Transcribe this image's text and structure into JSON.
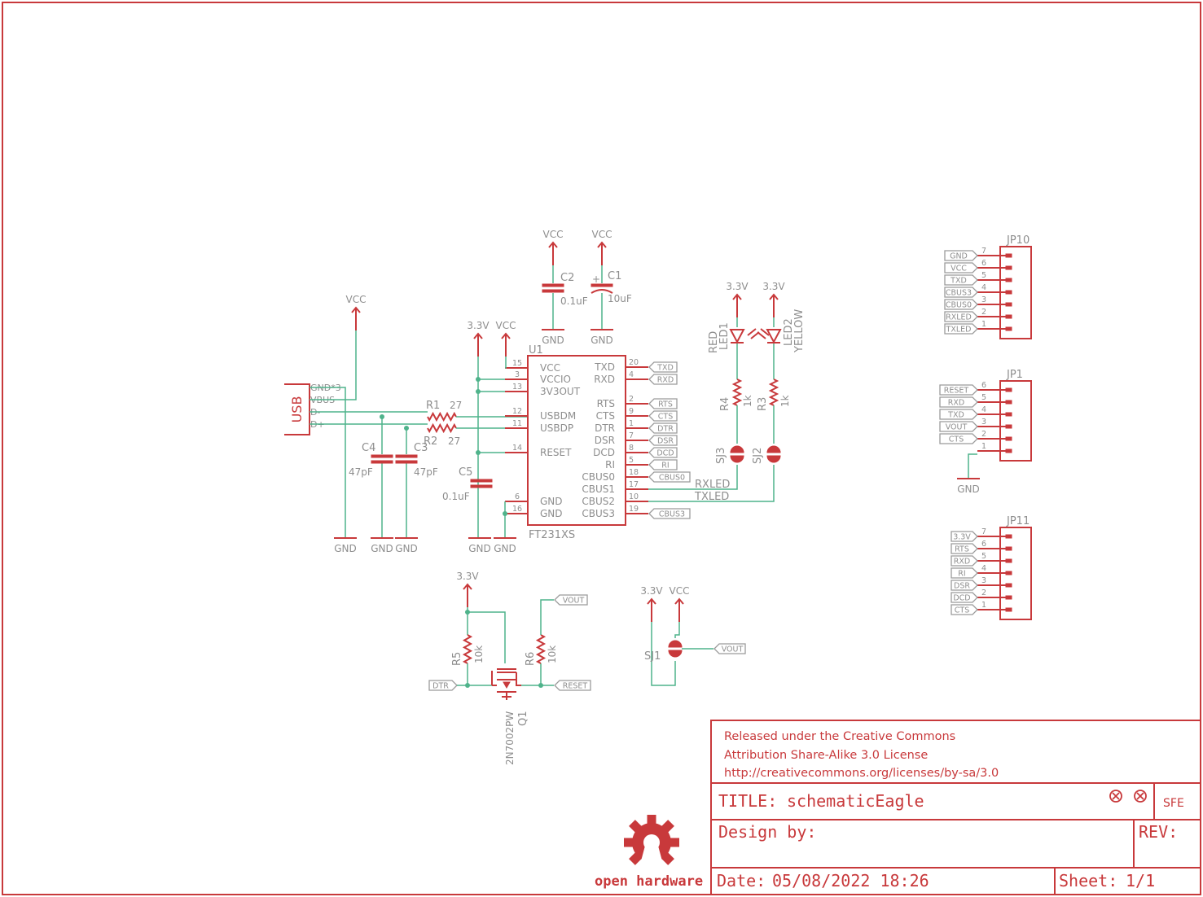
{
  "colors": {
    "part": "#c8393b",
    "wire": "#4fb38b",
    "text": "#8e8e8e"
  },
  "usb": {
    "name": "USB",
    "pins": [
      "GND*3",
      "VBUS",
      "D-",
      "D+"
    ]
  },
  "u1": {
    "ref": "U1",
    "value": "FT231XS",
    "left": [
      {
        "num": "15",
        "name": "VCC"
      },
      {
        "num": "3",
        "name": "VCCIO"
      },
      {
        "num": "13",
        "name": "3V3OUT"
      },
      {
        "num": "12",
        "name": "USBDM"
      },
      {
        "num": "11",
        "name": "USBDP"
      },
      {
        "num": "14",
        "name": "RESET"
      },
      {
        "num": "6",
        "name": "GND"
      },
      {
        "num": "16",
        "name": "GND"
      }
    ],
    "right": [
      {
        "num": "20",
        "name": "TXD",
        "tag": "TXD"
      },
      {
        "num": "4",
        "name": "RXD",
        "tag": "RXD"
      },
      {
        "num": "2",
        "name": "RTS",
        "tag": "RTS"
      },
      {
        "num": "9",
        "name": "CTS",
        "tag": "CTS"
      },
      {
        "num": "1",
        "name": "DTR",
        "tag": "DTR"
      },
      {
        "num": "7",
        "name": "DSR",
        "tag": "DSR"
      },
      {
        "num": "8",
        "name": "DCD",
        "tag": "DCD"
      },
      {
        "num": "5",
        "name": "RI",
        "tag": "RI"
      },
      {
        "num": "18",
        "name": "CBUS0",
        "tag": "CBUS0"
      },
      {
        "num": "17",
        "name": "CBUS1",
        "tag": ""
      },
      {
        "num": "10",
        "name": "CBUS2",
        "tag": ""
      },
      {
        "num": "19",
        "name": "CBUS3",
        "tag": "CBUS3"
      }
    ]
  },
  "nets": {
    "vcc": "VCC",
    "v33": "3.3V",
    "gnd": "GND",
    "rxled": "RXLED",
    "txled": "TXLED",
    "vout": "VOUT",
    "dtr": "DTR",
    "reset": "RESET"
  },
  "parts": {
    "r1": {
      "ref": "R1",
      "val": "27"
    },
    "r2": {
      "ref": "R2",
      "val": "27"
    },
    "c1": {
      "ref": "C1",
      "val": "10uF"
    },
    "c2": {
      "ref": "C2",
      "val": "0.1uF"
    },
    "c3": {
      "ref": "C3",
      "val": "47pF"
    },
    "c4": {
      "ref": "C4",
      "val": "47pF"
    },
    "c5": {
      "ref": "C5",
      "val": "0.1uF"
    },
    "led1": {
      "ref": "LED1",
      "val": "RED"
    },
    "led2": {
      "ref": "LED2",
      "val": "YELLOW"
    },
    "r3": {
      "ref": "R3",
      "val": "1k"
    },
    "r4": {
      "ref": "R4",
      "val": "1k"
    },
    "r5": {
      "ref": "R5",
      "val": "10k"
    },
    "r6": {
      "ref": "R6",
      "val": "10k"
    },
    "sj1": {
      "ref": "SJ1"
    },
    "sj2": {
      "ref": "SJ2"
    },
    "sj3": {
      "ref": "SJ3"
    },
    "q1": {
      "ref": "Q1",
      "val": "2N7002PW"
    }
  },
  "jp10": {
    "ref": "JP10",
    "pins": [
      {
        "num": "7",
        "tag": "GND"
      },
      {
        "num": "6",
        "tag": "VCC"
      },
      {
        "num": "5",
        "tag": "TXD"
      },
      {
        "num": "4",
        "tag": "CBUS3"
      },
      {
        "num": "3",
        "tag": "CBUS0"
      },
      {
        "num": "2",
        "tag": "RXLED"
      },
      {
        "num": "1",
        "tag": "TXLED"
      }
    ]
  },
  "jp1": {
    "ref": "JP1",
    "pins": [
      {
        "num": "6",
        "tag": "RESET"
      },
      {
        "num": "5",
        "tag": "RXD"
      },
      {
        "num": "4",
        "tag": "TXD"
      },
      {
        "num": "3",
        "tag": "VOUT"
      },
      {
        "num": "2",
        "tag": "CTS"
      },
      {
        "num": "1",
        "tag": ""
      }
    ]
  },
  "jp11": {
    "ref": "JP11",
    "pins": [
      {
        "num": "7",
        "tag": "3.3V"
      },
      {
        "num": "6",
        "tag": "RTS"
      },
      {
        "num": "5",
        "tag": "RXD"
      },
      {
        "num": "4",
        "tag": "RI"
      },
      {
        "num": "3",
        "tag": "DSR"
      },
      {
        "num": "2",
        "tag": "DCD"
      },
      {
        "num": "1",
        "tag": "CTS"
      }
    ]
  },
  "logo": {
    "text": "open hardware"
  },
  "titleblock": {
    "license": [
      "Released under the Creative Commons",
      "Attribution Share-Alike 3.0 License",
      "http://creativecommons.org/licenses/by-sa/3.0"
    ],
    "title_label": "TITLE:",
    "title": "schematicEagle",
    "company": "SFE",
    "design_by": "Design by:",
    "rev": "REV:",
    "date_label": "Date:",
    "date": "05/08/2022 18:26",
    "sheet_label": "Sheet:",
    "sheet": "1/1"
  }
}
